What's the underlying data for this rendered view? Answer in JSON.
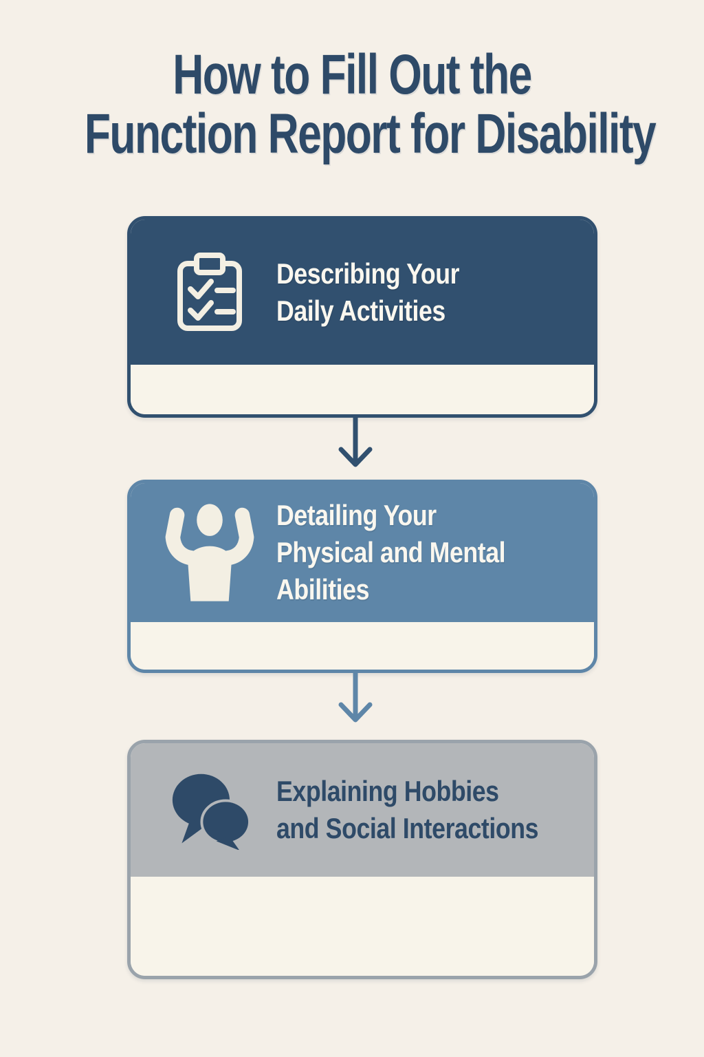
{
  "title": {
    "line1": "How to Fill Out the",
    "line2": "Function Report for Disability"
  },
  "steps": [
    {
      "id": "daily-activities",
      "icon": "clipboard-checklist-icon",
      "lines": [
        "Describing Your",
        "Daily Activities"
      ]
    },
    {
      "id": "physical-mental-abilities",
      "icon": "flexing-arms-icon",
      "lines": [
        "Detailing Your",
        "Physical and Mental",
        "Abilities"
      ]
    },
    {
      "id": "hobbies-social-interactions",
      "icon": "speech-bubbles-icon",
      "lines": [
        "Explaining Hobbies",
        "and Social Interactions"
      ]
    }
  ],
  "connectors": [
    {
      "id": "arrow-1",
      "direction": "down"
    },
    {
      "id": "arrow-2",
      "direction": "down"
    }
  ],
  "colors": {
    "background": "#f5f0e8",
    "panel_cream": "#f8f4ea",
    "navy": "#31506f",
    "navy_deep": "#2e4a68",
    "steel_blue": "#5e86a8",
    "gray_fill": "#b3b6b9",
    "gray_border": "#9aa3ab",
    "text_light": "#faf7ef",
    "icon_cream": "#f3efe3"
  }
}
